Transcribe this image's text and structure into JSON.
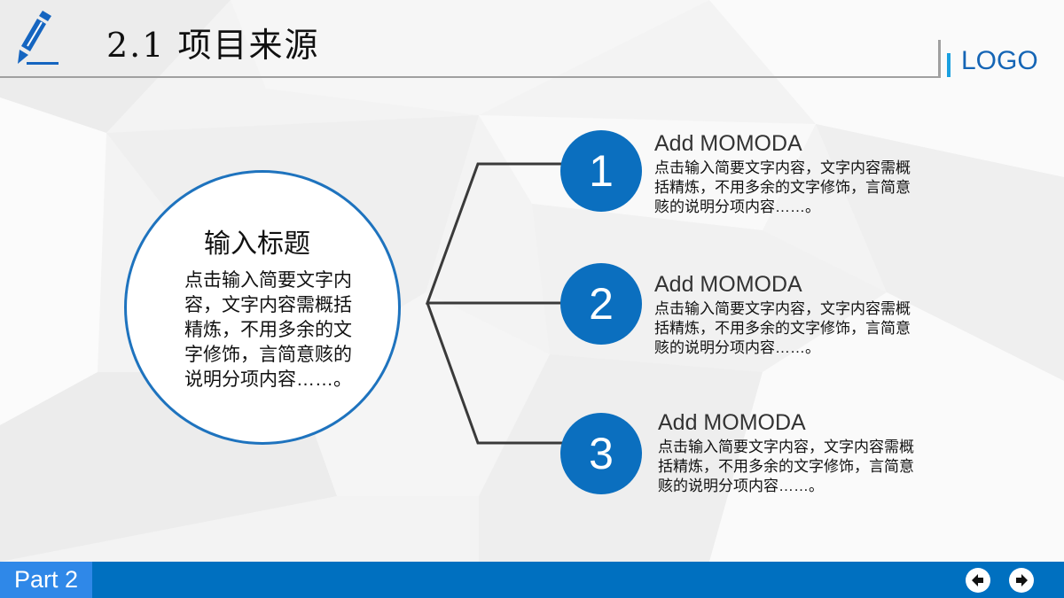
{
  "header": {
    "title_number": "2.1",
    "title_text": "项目来源",
    "logo": "LOGO",
    "icon": "pencil-icon"
  },
  "main_circle": {
    "title": "输入标题",
    "body": "点击输入简要文字内容，文字内容需概括精炼，不用多余的文字修饰，言简意赅的说明分项内容……。"
  },
  "items": [
    {
      "number": "1",
      "title": "Add MOMODA",
      "body": "点击输入简要文字内容，文字内容需概括精炼，不用多余的文字修饰，言简意赅的说明分项内容……。"
    },
    {
      "number": "2",
      "title": "Add MOMODA",
      "body": "点击输入简要文字内容，文字内容需概括精炼，不用多余的文字修饰，言简意赅的说明分项内容……。"
    },
    {
      "number": "3",
      "title": "Add MOMODA",
      "body": "点击输入简要文字内容，文字内容需概括精炼，不用多余的文字修饰，言简意赅的说明分项内容……。"
    }
  ],
  "footer": {
    "part_label": "Part 2",
    "prev_icon": "arrow-left-icon",
    "next_icon": "arrow-right-icon"
  },
  "colors": {
    "accent_blue": "#0b6fbf",
    "footer_blue": "#0070c0",
    "part_blue": "#2f88e8",
    "logo_blue": "#1565b5",
    "logo_bar": "#1aa0e0",
    "connector": "#3a3a3a"
  }
}
